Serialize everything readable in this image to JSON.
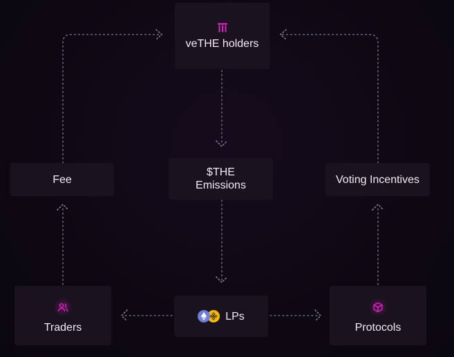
{
  "nodes": {
    "vethe_holders": {
      "label": "veTHE holders",
      "icon": "thena-logo-icon"
    },
    "fee": {
      "label": "Fee"
    },
    "emissions": {
      "line1": "$THE",
      "line2": "Emissions"
    },
    "voting_incentives": {
      "label": "Voting Incentives"
    },
    "traders": {
      "label": "Traders",
      "icon": "users-icon"
    },
    "lps": {
      "label": "LPs",
      "icons": [
        "ethereum-coin-icon",
        "bnb-coin-icon"
      ]
    },
    "protocols": {
      "label": "Protocols",
      "icon": "cube-icon"
    }
  },
  "colors": {
    "background": "#0d0812",
    "node_fill": "#1c1421",
    "accent": "#e020c8",
    "connector": "#6d6880",
    "eth_coin": "#6f7fd8",
    "bnb_coin": "#f0b90b"
  }
}
